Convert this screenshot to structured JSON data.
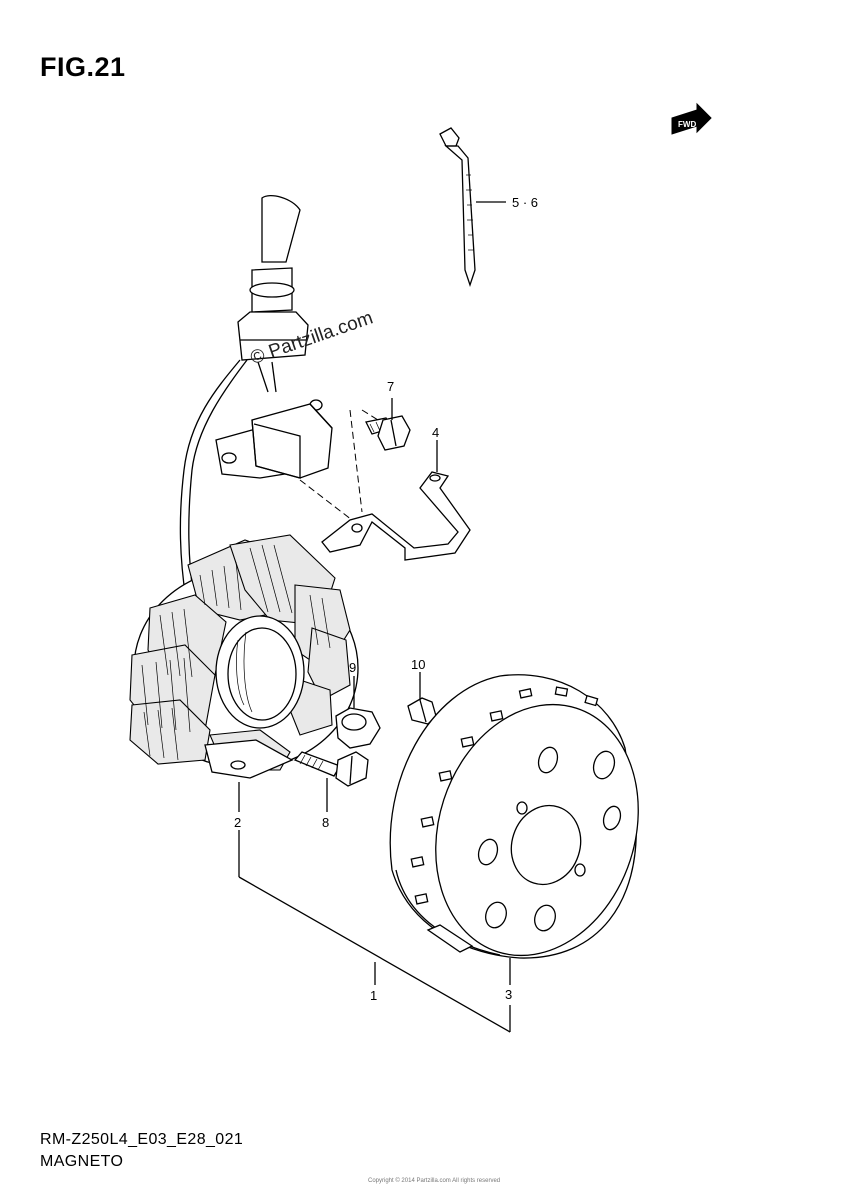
{
  "figure": {
    "title": "FIG.21",
    "model_code": "RM-Z250L4_E03_E28_021",
    "assembly_name": "MAGNETO",
    "watermark": "© Partzilla.com",
    "footer_note": "Copyright © 2014 Partzilla.com All rights reserved",
    "direction_badge": "FWD"
  },
  "callouts": [
    {
      "id": "1",
      "label": "1"
    },
    {
      "id": "2",
      "label": "2"
    },
    {
      "id": "3",
      "label": "3"
    },
    {
      "id": "4",
      "label": "4"
    },
    {
      "id": "5",
      "label": "5 · 6"
    },
    {
      "id": "7",
      "label": "7"
    },
    {
      "id": "8",
      "label": "8"
    },
    {
      "id": "9",
      "label": "9"
    },
    {
      "id": "10",
      "label": "10"
    }
  ]
}
